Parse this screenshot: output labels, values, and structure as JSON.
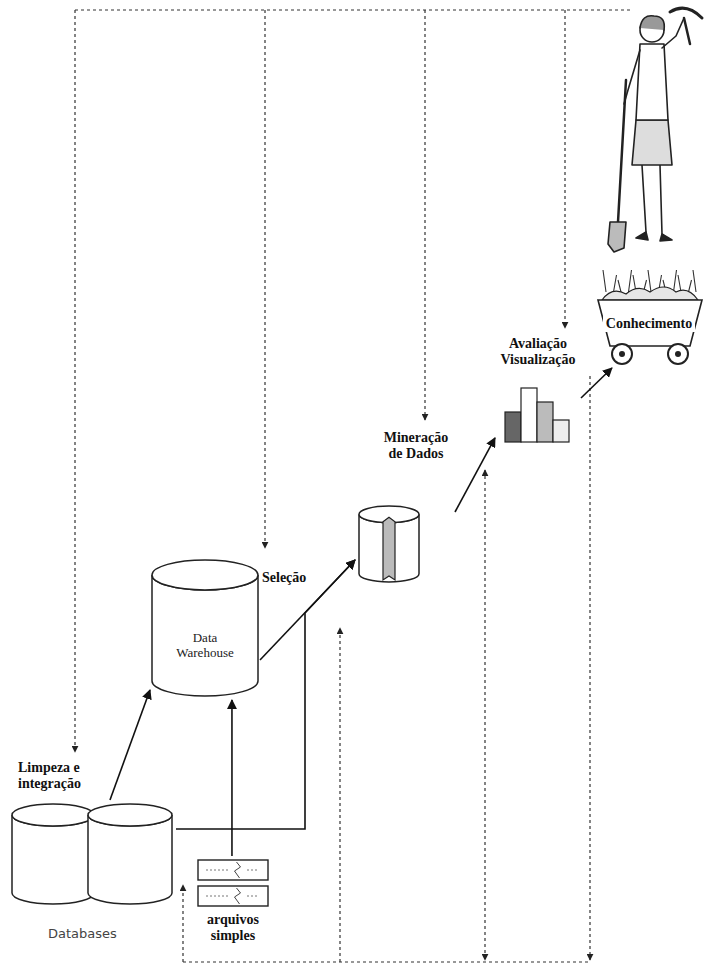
{
  "diagram": {
    "nodes": [
      {
        "text": [
          "Databases"
        ]
      },
      {
        "text": [
          "arquivos simples"
        ]
      },
      {
        "text": [
          "Data Warehouse"
        ]
      },
      {
        "text": [
          "Mineração de Dados"
        ]
      },
      {
        "text": [
          "Avaliação Visualização"
        ]
      },
      {
        "text": [
          "Conhecimento"
        ]
      }
    ],
    "edges": [
      {
        "from": 0,
        "to": 2,
        "arrow": "to",
        "label": "Limpeza e integração"
      },
      {
        "from": 1,
        "to": 2,
        "arrow": "to"
      },
      {
        "from": 0,
        "to": 3,
        "arrow": "to"
      },
      {
        "from": 2,
        "to": 3,
        "arrow": "to",
        "label": "Seleção"
      },
      {
        "from": 3,
        "to": 4,
        "arrow": "to"
      },
      {
        "from": 4,
        "to": 5,
        "arrow": "to"
      }
    ]
  }
}
